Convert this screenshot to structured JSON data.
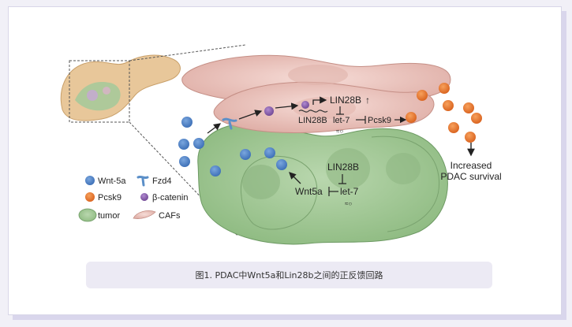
{
  "figure": {
    "caption": "图1. PDAC中Wnt5a和Lin28b之间的正反馈回路",
    "caf_labels": {
      "lin28b_up": "LIN28B",
      "lin28b": "LIN28B",
      "let7": "let-7",
      "pcsk9": "Pcsk9"
    },
    "tumor_labels": {
      "lin28b": "LIN28B",
      "wnt5a": "Wnt5a",
      "let7": "let-7"
    },
    "outcome": {
      "line1": "Increased",
      "line2": "PDAC survival"
    },
    "legend": {
      "wnt5a": "Wnt-5a",
      "fzd4": "Fzd4",
      "pcsk9": "Pcsk9",
      "beta_catenin": "β-catenin",
      "tumor": "tumor",
      "cafs": "CAFs"
    },
    "colors": {
      "wnt5a": "#4a7fc4",
      "pcsk9": "#e5742a",
      "beta_catenin": "#8b5fb0",
      "fzd4": "#5b8fc8",
      "tumor": "#9ec593",
      "caf": "#ecc7c1"
    }
  }
}
